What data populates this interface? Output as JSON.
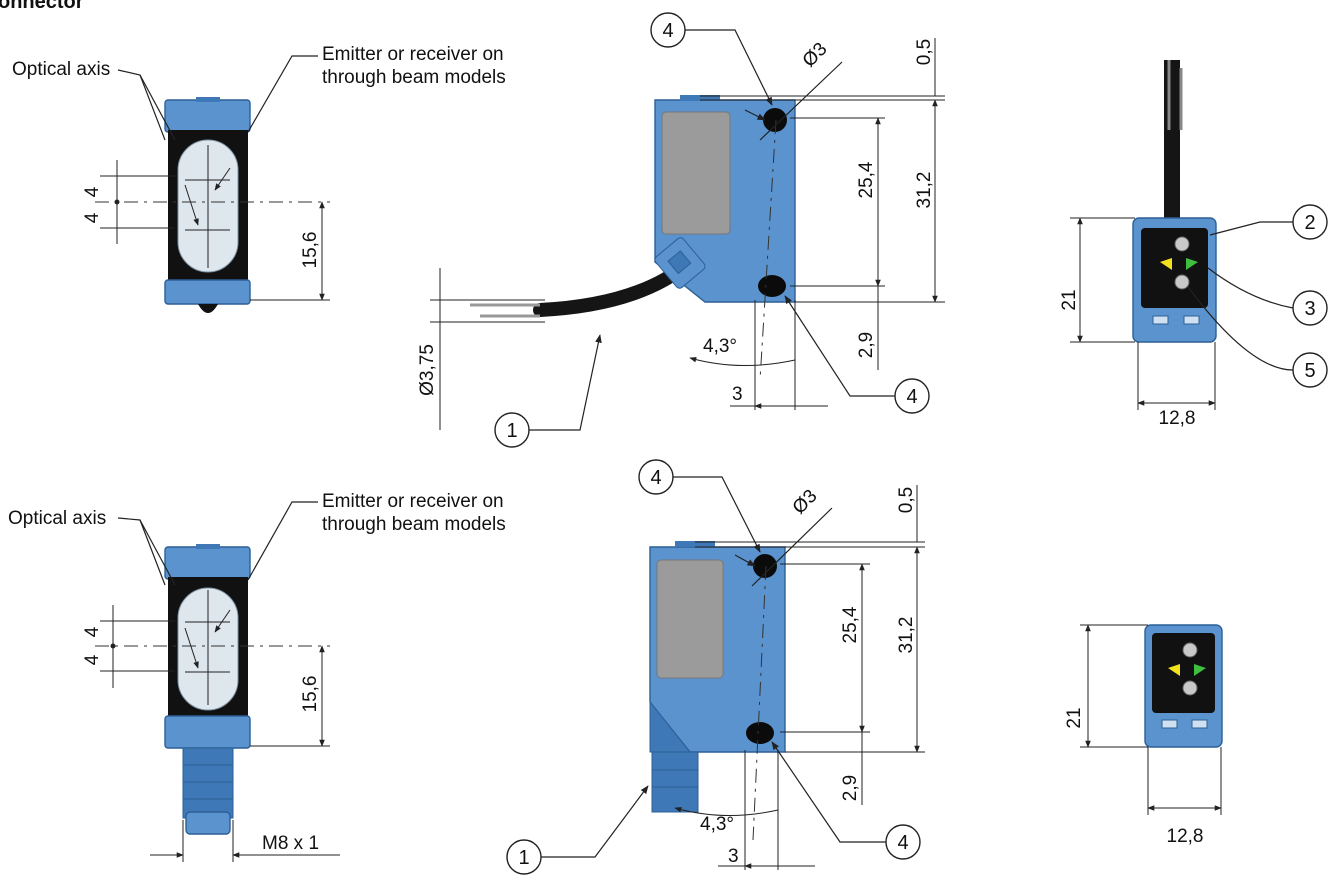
{
  "top_variant": {
    "heading": "onnector",
    "front": {
      "optical_axis_label": "Optical axis",
      "emitter_label_line1": "Emitter or receiver on",
      "emitter_label_line2": "through beam models",
      "dim_4a": "4",
      "dim_4b": "4",
      "dim_15_6": "15,6"
    },
    "side": {
      "dim_0_5": "0,5",
      "dim_phi3": "Ø3",
      "dim_25_4": "25,4",
      "dim_31_2": "31,2",
      "dim_2_9": "2,9",
      "dim_4_3deg": "4,3°",
      "dim_3": "3",
      "dim_phi3_75": "Ø3,75",
      "callout_1": "1",
      "callout_4_top": "4",
      "callout_4_bottom": "4"
    },
    "back": {
      "dim_21": "21",
      "dim_12_8": "12,8",
      "callout_2": "2",
      "callout_3": "3",
      "callout_5": "5"
    }
  },
  "bottom_variant": {
    "front": {
      "optical_axis_label": "Optical axis",
      "emitter_label_line1": "Emitter or receiver on",
      "emitter_label_line2": "through beam models",
      "dim_4a": "4",
      "dim_4b": "4",
      "dim_15_6": "15,6",
      "dim_m8": "M8 x 1"
    },
    "side": {
      "dim_0_5": "0,5",
      "dim_phi3": "Ø3",
      "dim_25_4": "25,4",
      "dim_31_2": "31,2",
      "dim_2_9": "2,9",
      "dim_4_3deg": "4,3°",
      "dim_3": "3",
      "callout_1": "1",
      "callout_4_top": "4",
      "callout_4_bottom": "4"
    },
    "back": {
      "dim_21": "21",
      "dim_12_8": "12,8"
    }
  },
  "colors": {
    "housing_blue": "#5b93cf",
    "housing_outline": "#2c5f96",
    "face_black": "#111111",
    "led_yellow": "#f2e21c",
    "led_green": "#3fbf3f",
    "window_grey": "#9b9b9b"
  }
}
